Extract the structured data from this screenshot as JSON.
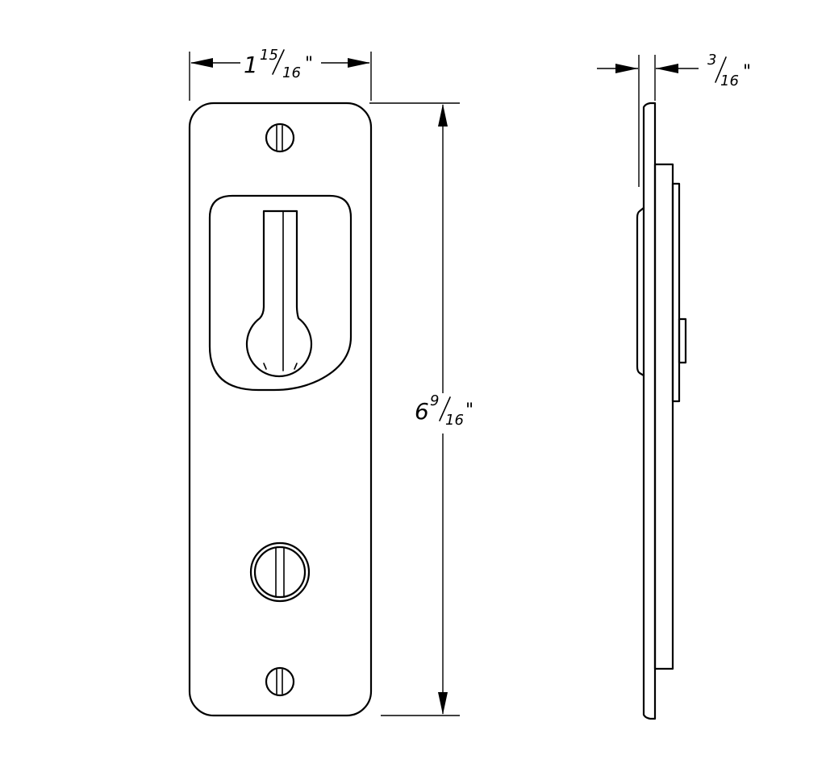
{
  "dimensions": {
    "width": {
      "whole": "1",
      "numerator": "15",
      "denominator": "16",
      "unit": "\""
    },
    "height": {
      "whole": "6",
      "numerator": "9",
      "denominator": "16",
      "unit": "\""
    },
    "depth": {
      "whole": "",
      "numerator": "3",
      "denominator": "16",
      "unit": "\""
    }
  }
}
